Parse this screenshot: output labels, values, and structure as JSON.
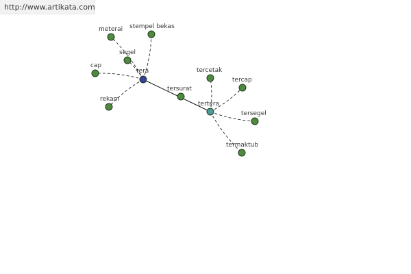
{
  "source": {
    "url_text": "http://www.artikata.com"
  },
  "colors": {
    "root_node": "#3b3f9a",
    "hub_node": "#4f9a9a",
    "leaf_node": "#4f8a3f"
  },
  "graph": {
    "root": "tera",
    "nodes": [
      {
        "id": "tera",
        "label": "tera",
        "role": "root"
      },
      {
        "id": "tersurat",
        "label": "tersurat",
        "role": "leaf"
      },
      {
        "id": "tertera",
        "label": "tertera",
        "role": "hub"
      },
      {
        "id": "meterai",
        "label": "meterai",
        "role": "leaf"
      },
      {
        "id": "stempel-bekas",
        "label": "stempel bekas",
        "role": "leaf"
      },
      {
        "id": "segel",
        "label": "segel",
        "role": "leaf"
      },
      {
        "id": "cap",
        "label": "cap",
        "role": "leaf"
      },
      {
        "id": "rekam",
        "label": "rekam",
        "role": "leaf"
      },
      {
        "id": "tercetak",
        "label": "tercetak",
        "role": "leaf"
      },
      {
        "id": "tercap",
        "label": "tercap",
        "role": "leaf"
      },
      {
        "id": "tersegel",
        "label": "tersegel",
        "role": "leaf"
      },
      {
        "id": "termaktub",
        "label": "termaktub",
        "role": "leaf"
      }
    ],
    "edges": [
      {
        "from": "tera",
        "to": "tertera",
        "style": "solid"
      },
      {
        "from": "tera",
        "to": "meterai",
        "style": "dashed"
      },
      {
        "from": "tera",
        "to": "stempel-bekas",
        "style": "dashed"
      },
      {
        "from": "tera",
        "to": "segel",
        "style": "dashed"
      },
      {
        "from": "tera",
        "to": "cap",
        "style": "dashed"
      },
      {
        "from": "tera",
        "to": "rekam",
        "style": "dashed"
      },
      {
        "from": "tertera",
        "to": "tercetak",
        "style": "dashed"
      },
      {
        "from": "tertera",
        "to": "tercap",
        "style": "dashed"
      },
      {
        "from": "tertera",
        "to": "tersegel",
        "style": "dashed"
      },
      {
        "from": "tertera",
        "to": "termaktub",
        "style": "dashed"
      }
    ]
  }
}
